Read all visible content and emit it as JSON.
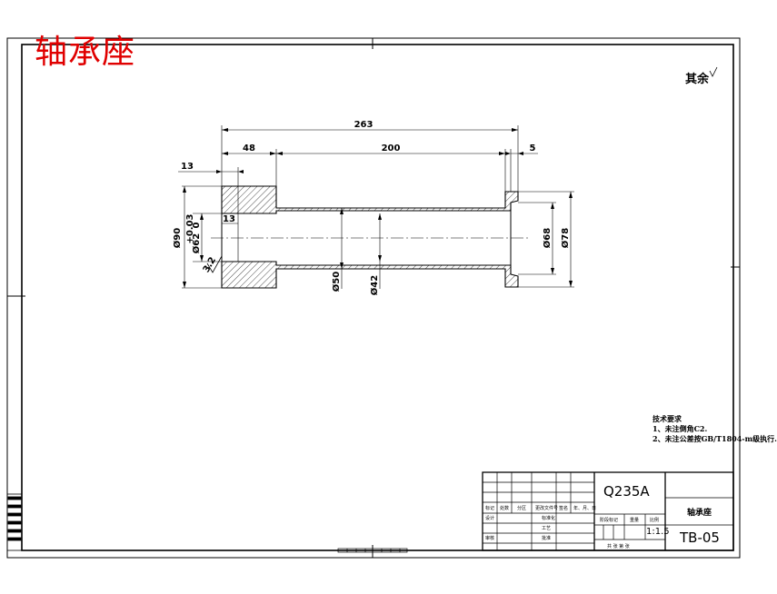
{
  "drawing": {
    "heading": "轴承座",
    "roughness_note": "其余",
    "tech_requirements": {
      "title": "技术要求",
      "items": [
        "1、未注倒角C2.",
        "2、未注公差按GB/T1804-m级执行."
      ]
    },
    "dimensions": {
      "overall_length": "263",
      "flange_left": "48",
      "middle_length": "200",
      "flange_right": "5",
      "left_step": "13",
      "bore_step": "13",
      "left_od": "Ø90",
      "bore_fit": "Ø62",
      "bore_tolerance_upper": "+0.03",
      "bore_tolerance_lower": "0",
      "surface_roughness": "3.2",
      "shaft_od": "Ø50",
      "shaft_id": "Ø42",
      "right_id": "Ø68",
      "right_od": "Ø78"
    },
    "title_block": {
      "material": "Q235A",
      "part_name": "轴承座",
      "drawing_number": "TB-05",
      "scale": "1:1.5",
      "labels": {
        "mark": "标记",
        "count": "处数",
        "zone": "分区",
        "change_doc": "更改文件号",
        "sign": "签名",
        "date": "年、月、日",
        "design": "设计",
        "standardize": "标准化",
        "stage_mark": "阶段标记",
        "weight": "重量",
        "ratio": "比例",
        "review": "审核",
        "process": "工艺",
        "approve": "批准",
        "sheets": "共 张 第 张"
      }
    }
  }
}
